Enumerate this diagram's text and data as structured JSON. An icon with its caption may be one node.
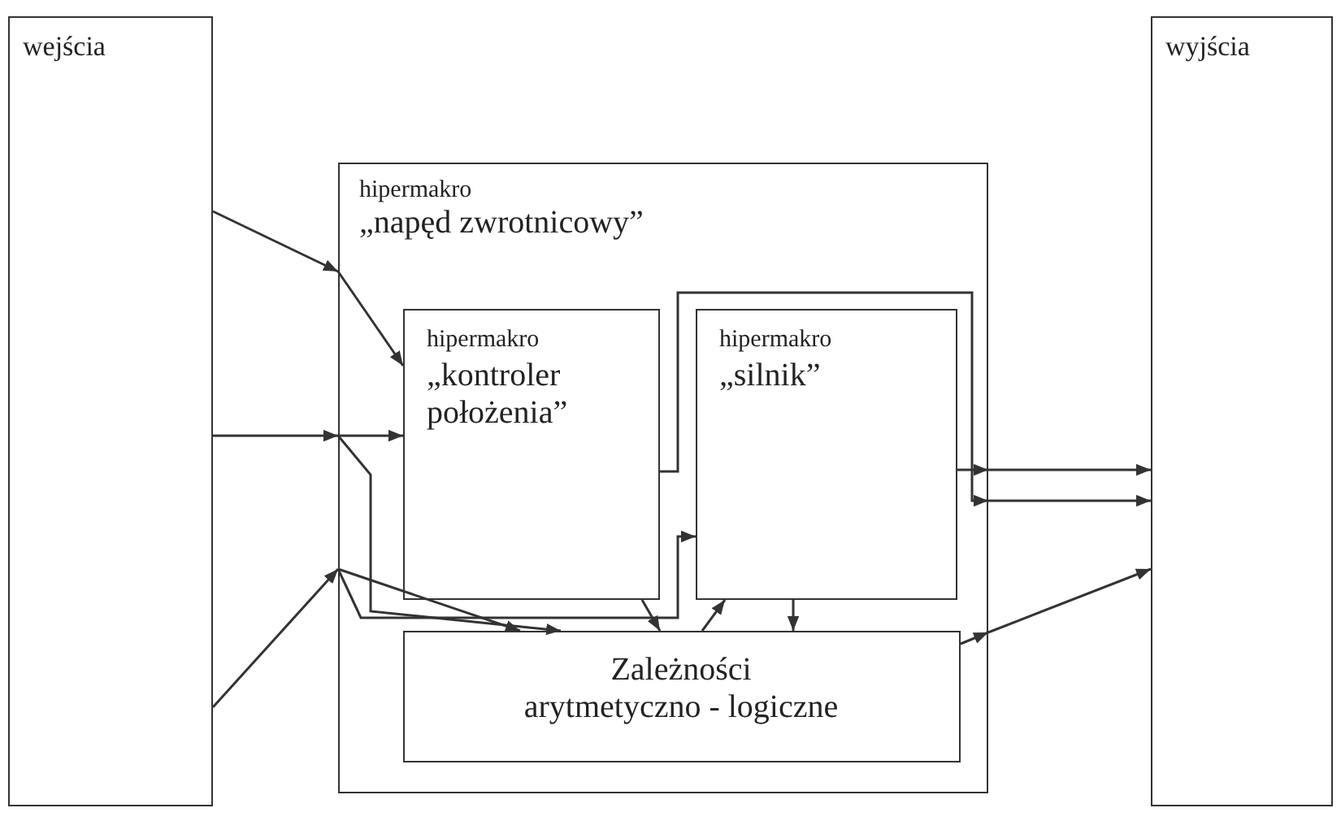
{
  "diagram": {
    "nodes": [
      {
        "text": [
          "wejścia"
        ]
      },
      {
        "text": [
          "hipermakro",
          "„napęd zwrotnicowy”"
        ]
      },
      {
        "text": [
          "hipermakro",
          "„kontroler położenia”"
        ],
        "in": 1
      },
      {
        "text": [
          "hipermakro",
          "„silnik”"
        ],
        "in": 1
      },
      {
        "text": [
          "Zależności arytmetyczno - logiczne"
        ],
        "in": 1
      },
      {
        "text": [
          "wyjścia"
        ]
      }
    ],
    "edges": [
      {
        "from": 0,
        "to": 1,
        "arrow": "to"
      },
      {
        "from": 1,
        "to": 2,
        "arrow": "to"
      },
      {
        "from": 0,
        "to": 1,
        "arrow": "to"
      },
      {
        "from": 1,
        "to": 2,
        "arrow": "to"
      },
      {
        "from": 1,
        "to": 4,
        "arrow": "to"
      },
      {
        "from": 0,
        "to": 1,
        "arrow": "to"
      },
      {
        "from": 1,
        "to": 3,
        "arrow": "to"
      },
      {
        "from": 1,
        "to": 4,
        "arrow": "to"
      },
      {
        "from": 2,
        "to": 4,
        "arrow": "to"
      },
      {
        "from": 4,
        "to": 3,
        "arrow": "to"
      },
      {
        "from": 3,
        "to": 4,
        "arrow": "to"
      },
      {
        "from": 2,
        "to": 1,
        "arrow": "to"
      },
      {
        "from": 1,
        "to": 5,
        "arrow": "to"
      },
      {
        "from": 3,
        "to": 1,
        "arrow": "to"
      },
      {
        "from": 1,
        "to": 5,
        "arrow": "to"
      },
      {
        "from": 4,
        "to": 1,
        "arrow": "to"
      },
      {
        "from": 1,
        "to": 5,
        "arrow": "to"
      }
    ]
  }
}
